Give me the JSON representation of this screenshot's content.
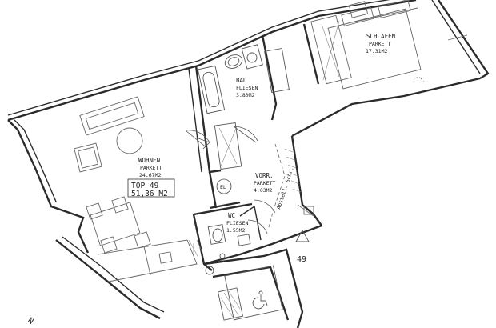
{
  "rooms": {
    "bad": {
      "name": "BAD",
      "floor": "FLIESEN",
      "area": "3.80M2"
    },
    "schlafen": {
      "name": "SCHLAFEN",
      "floor": "PARKETT",
      "area": "17.31M2"
    },
    "wohnen": {
      "name": "WOHNEN",
      "floor": "PARKETT",
      "area": "24.67M2"
    },
    "vorr": {
      "name": "VORR.",
      "floor": "PARKETT",
      "area": "4.03M2"
    },
    "wc": {
      "name": "WC",
      "floor": "FLIESEN",
      "area": "1.55M2"
    }
  },
  "unit": {
    "label": "TOP 49",
    "area": "51,36 M2"
  },
  "unit_marker": "49",
  "wardrobe_label": "Abstell. Schr.",
  "symbols": {
    "ec": "EL"
  },
  "north_letters": "N"
}
